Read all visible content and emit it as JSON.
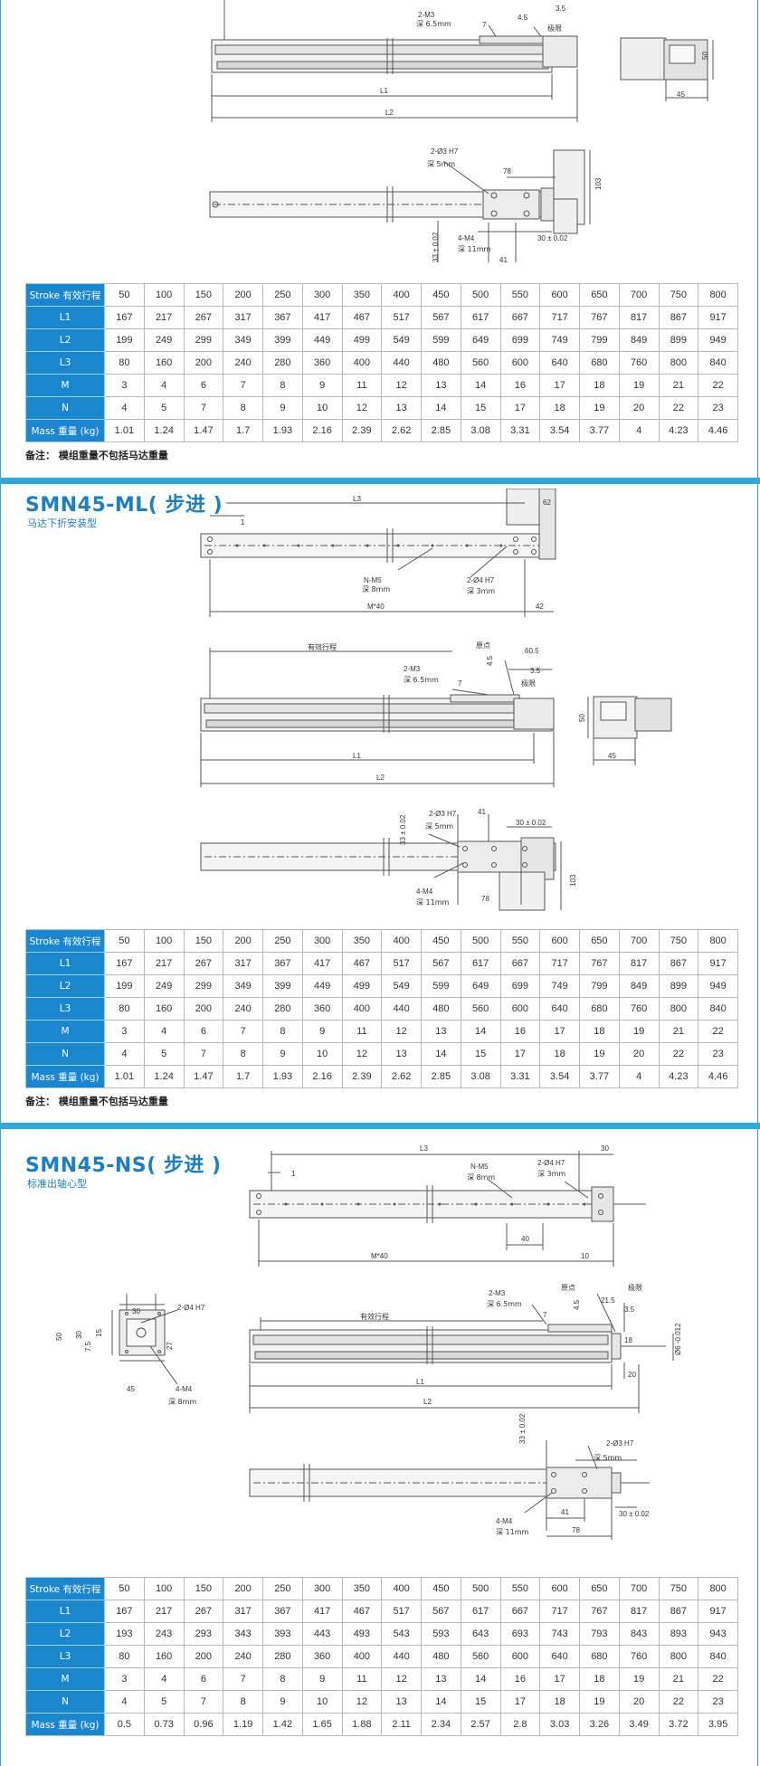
{
  "note": "备注： 模组重量不包括马达重量",
  "sections": [
    {
      "title": "",
      "subtitle": "",
      "dims": {
        "a": "2-M3",
        "b": "深 6.5mm",
        "c": "7",
        "d": "4.5",
        "e": "3.5",
        "f": "极限",
        "g": "L1",
        "h": "L2",
        "i": "50",
        "j": "45",
        "k": "2-Ø3 H7",
        "l": "深 5mm",
        "m": "78",
        "n": "103",
        "o": "33 ± 0.02",
        "p": "4-M4",
        "q": "深 11mm",
        "r": "30 ± 0.02",
        "s": "41"
      },
      "table": {
        "headers": [
          "Stroke 有效行程",
          "L1",
          "L2",
          "L3",
          "M",
          "N",
          "Mass 重量 (kg)"
        ],
        "rows": [
          [
            "50",
            "100",
            "150",
            "200",
            "250",
            "300",
            "350",
            "400",
            "450",
            "500",
            "550",
            "600",
            "650",
            "700",
            "750",
            "800"
          ],
          [
            "167",
            "217",
            "267",
            "317",
            "367",
            "417",
            "467",
            "517",
            "567",
            "617",
            "667",
            "717",
            "767",
            "817",
            "867",
            "917"
          ],
          [
            "199",
            "249",
            "299",
            "349",
            "399",
            "449",
            "499",
            "549",
            "599",
            "649",
            "699",
            "749",
            "799",
            "849",
            "899",
            "949"
          ],
          [
            "80",
            "160",
            "200",
            "240",
            "280",
            "360",
            "400",
            "440",
            "480",
            "560",
            "600",
            "640",
            "680",
            "760",
            "800",
            "840"
          ],
          [
            "3",
            "4",
            "6",
            "7",
            "8",
            "9",
            "11",
            "12",
            "13",
            "14",
            "16",
            "17",
            "18",
            "19",
            "21",
            "22"
          ],
          [
            "4",
            "5",
            "7",
            "8",
            "9",
            "10",
            "12",
            "13",
            "14",
            "15",
            "17",
            "18",
            "19",
            "20",
            "22",
            "23"
          ],
          [
            "1.01",
            "1.24",
            "1.47",
            "1.7",
            "1.93",
            "2.16",
            "2.39",
            "2.62",
            "2.85",
            "3.08",
            "3.31",
            "3.54",
            "3.77",
            "4",
            "4.23",
            "4.46"
          ]
        ]
      }
    },
    {
      "title": "SMN45-ML( 步进 )",
      "subtitle": "马达下折安装型",
      "dims": {
        "a": "L3",
        "b": "62",
        "c": "1",
        "d": "N-M5",
        "e": "深 8mm",
        "f": "2-Ø4 H7",
        "g": "深 3mm",
        "h": "M*40",
        "i": "42",
        "j": "有效行程",
        "k": "原点",
        "l": "60.5",
        "m": "3.5",
        "n": "2-M3",
        "o": "深 6.5mm",
        "p": "7",
        "q": "4.5",
        "r": "极限",
        "s": "L1",
        "t": "L2",
        "u": "50",
        "v": "45",
        "w": "33 ± 0.02",
        "x": "2-Ø3 H7",
        "y": "深 5mm",
        "z": "41",
        "aa": "30 ± 0.02",
        "ab": "4-M4",
        "ac": "深 11mm",
        "ad": "78",
        "ae": "103"
      },
      "table": {
        "headers": [
          "Stroke 有效行程",
          "L1",
          "L2",
          "L3",
          "M",
          "N",
          "Mass 重量 (kg)"
        ],
        "rows": [
          [
            "50",
            "100",
            "150",
            "200",
            "250",
            "300",
            "350",
            "400",
            "450",
            "500",
            "550",
            "600",
            "650",
            "700",
            "750",
            "800"
          ],
          [
            "167",
            "217",
            "267",
            "317",
            "367",
            "417",
            "467",
            "517",
            "567",
            "617",
            "667",
            "717",
            "767",
            "817",
            "867",
            "917"
          ],
          [
            "199",
            "249",
            "299",
            "349",
            "399",
            "449",
            "499",
            "549",
            "599",
            "649",
            "699",
            "749",
            "799",
            "849",
            "899",
            "949"
          ],
          [
            "80",
            "160",
            "200",
            "240",
            "280",
            "360",
            "400",
            "440",
            "480",
            "560",
            "600",
            "640",
            "680",
            "760",
            "800",
            "840"
          ],
          [
            "3",
            "4",
            "6",
            "7",
            "8",
            "9",
            "11",
            "12",
            "13",
            "14",
            "16",
            "17",
            "18",
            "19",
            "21",
            "22"
          ],
          [
            "4",
            "5",
            "7",
            "8",
            "9",
            "10",
            "12",
            "13",
            "14",
            "15",
            "17",
            "18",
            "19",
            "20",
            "22",
            "23"
          ],
          [
            "1.01",
            "1.24",
            "1.47",
            "1.7",
            "1.93",
            "2.16",
            "2.39",
            "2.62",
            "2.85",
            "3.08",
            "3.31",
            "3.54",
            "3.77",
            "4",
            "4.23",
            "4.46"
          ]
        ]
      }
    },
    {
      "title": "SMN45-NS( 步进 )",
      "subtitle": "标准出轴心型",
      "dims": {
        "a": "L3",
        "b": "30",
        "c": "N-M5",
        "d": "深 8mm",
        "e": "2-Ø4 H7",
        "f": "深 3mm",
        "g": "1",
        "h": "40",
        "i": "M*40",
        "j": "10",
        "k": "30",
        "l": "2-Ø4 H7",
        "m": "50",
        "n": "30",
        "o": "15",
        "p": "7.5",
        "q": "27",
        "r": "4-M4",
        "s": "深 8mm",
        "t": "45",
        "u": "2-M3",
        "v": "深 6.5mm",
        "w": "原点",
        "x": "21.5",
        "y": "极限",
        "z": "有效行程",
        "aa": "7",
        "ab": "4.5",
        "ac": "3.5",
        "ad": "Ø6 -0.012",
        "ae": "18",
        "af": "20",
        "ag": "L1",
        "ah": "L2",
        "ai": "33 ± 0.02",
        "aj": "2-Ø3 H7",
        "ak": "深 5mm",
        "al": "30 ± 0.02",
        "am": "4-M4",
        "an": "深 11mm",
        "ao": "41",
        "ap": "78"
      },
      "table": {
        "headers": [
          "Stroke 有效行程",
          "L1",
          "L2",
          "L3",
          "M",
          "N",
          "Mass 重量 (kg)"
        ],
        "rows": [
          [
            "50",
            "100",
            "150",
            "200",
            "250",
            "300",
            "350",
            "400",
            "450",
            "500",
            "550",
            "600",
            "650",
            "700",
            "750",
            "800"
          ],
          [
            "167",
            "217",
            "267",
            "317",
            "367",
            "417",
            "467",
            "517",
            "567",
            "617",
            "667",
            "717",
            "767",
            "817",
            "867",
            "917"
          ],
          [
            "193",
            "243",
            "293",
            "343",
            "393",
            "443",
            "493",
            "543",
            "593",
            "643",
            "693",
            "743",
            "793",
            "843",
            "893",
            "943"
          ],
          [
            "80",
            "160",
            "200",
            "240",
            "280",
            "360",
            "400",
            "440",
            "480",
            "560",
            "600",
            "640",
            "680",
            "760",
            "800",
            "840"
          ],
          [
            "3",
            "4",
            "6",
            "7",
            "8",
            "9",
            "11",
            "12",
            "13",
            "14",
            "16",
            "17",
            "18",
            "19",
            "21",
            "22"
          ],
          [
            "4",
            "5",
            "7",
            "8",
            "9",
            "10",
            "12",
            "13",
            "14",
            "15",
            "17",
            "18",
            "19",
            "20",
            "22",
            "23"
          ],
          [
            "0.5",
            "0.73",
            "0.96",
            "1.19",
            "1.42",
            "1.65",
            "1.88",
            "2.11",
            "2.34",
            "2.57",
            "2.8",
            "3.03",
            "3.26",
            "3.49",
            "3.72",
            "3.95"
          ]
        ]
      }
    }
  ]
}
